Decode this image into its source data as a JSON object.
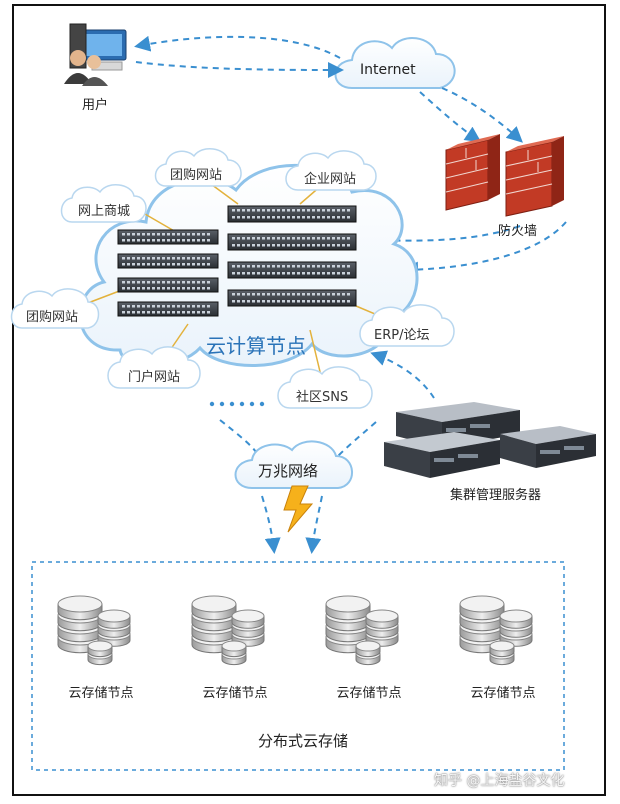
{
  "user": {
    "label": "用户"
  },
  "internet": {
    "label": "Internet"
  },
  "firewall": {
    "label": "防火墙"
  },
  "compute": {
    "label": "云计算节点",
    "sites": [
      "团购网站",
      "企业网站",
      "网上商城",
      "团购网站",
      "ERP/论坛",
      "门户网站",
      "社区SNS"
    ]
  },
  "network": {
    "label": "万兆网络"
  },
  "cluster": {
    "label": "集群管理服务器"
  },
  "storage": {
    "nodes": [
      "云存储节点",
      "云存储节点",
      "云存储节点",
      "云存储节点"
    ],
    "label": "分布式云存储"
  },
  "watermark": "知乎 @上海盐谷文化",
  "colors": {
    "dash": "#3a8fd0",
    "cloud_stroke": "#8fc3ea",
    "brick": "#c23a25",
    "connector": "#e3b23c"
  }
}
